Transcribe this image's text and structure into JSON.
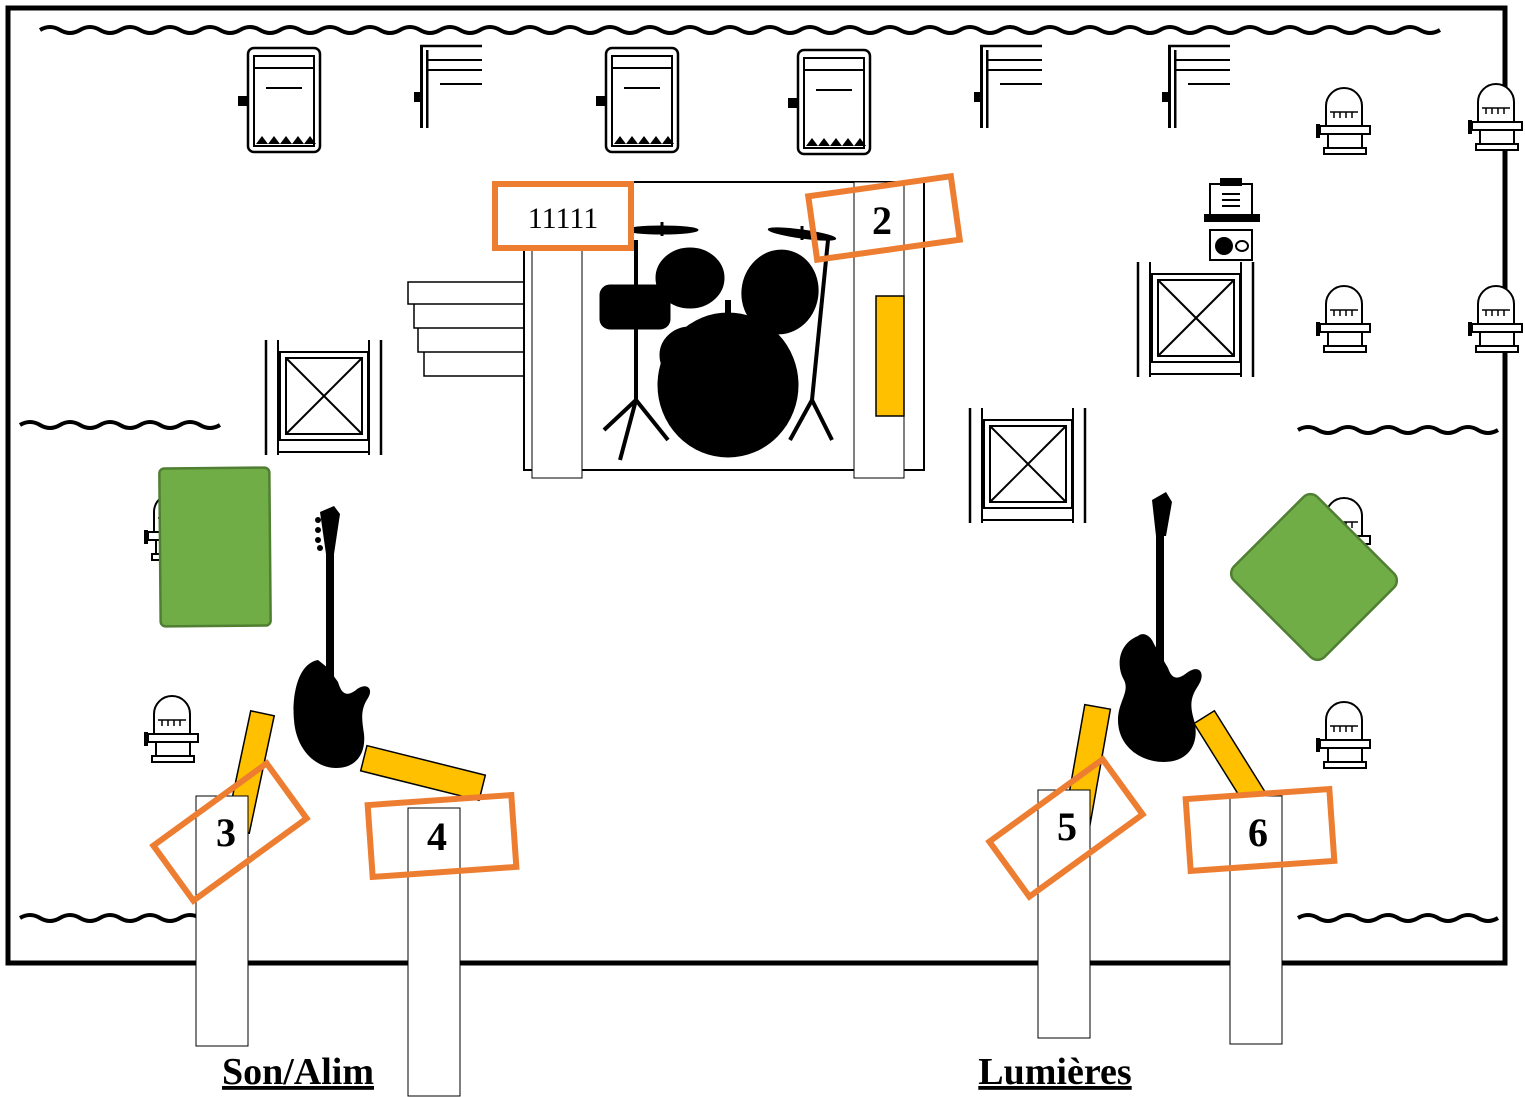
{
  "diagram": {
    "labels": {
      "drum_riser_left": "11111",
      "drum_riser_right": "2",
      "front_left_1": "3",
      "front_left_2": "4",
      "front_right_1": "5",
      "front_right_2": "6"
    },
    "footer": {
      "left": "Son/Alim",
      "right": "Lumières"
    },
    "colors": {
      "border": "#000000",
      "label_box": "#ED7D31",
      "monitor": "#FFC000",
      "rug": "#70AD47",
      "rug_border": "#507E32"
    },
    "icons": {
      "drums": "drum-kit-icon",
      "bass_left": "bass-guitar-icon",
      "guitar_right": "electric-guitar-icon",
      "lights": "stage-light-icon",
      "amps": "amplifier-icon",
      "speakers": "speaker-cabinet-icon"
    }
  }
}
